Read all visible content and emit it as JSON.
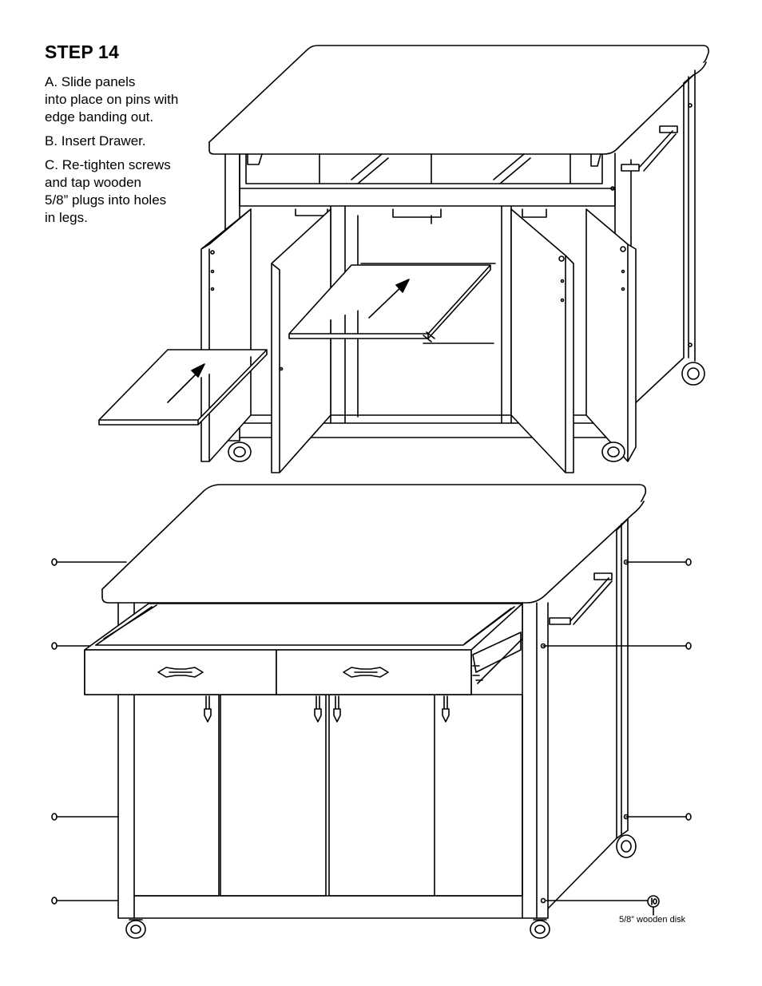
{
  "step": {
    "title": "STEP 14"
  },
  "instructions": {
    "a": "A. Slide panels\ninto place on pins with\nedge banding out.",
    "b": "B. Insert Drawer.",
    "c": "C. Re-tighten screws\nand tap wooden\n5/8” plugs into holes\nin legs."
  },
  "callouts": {
    "disk_label": "5/8” wooden disk"
  },
  "colors": {
    "line": "#000000",
    "background": "#ffffff",
    "panel_shade": "#e8e8e8"
  }
}
